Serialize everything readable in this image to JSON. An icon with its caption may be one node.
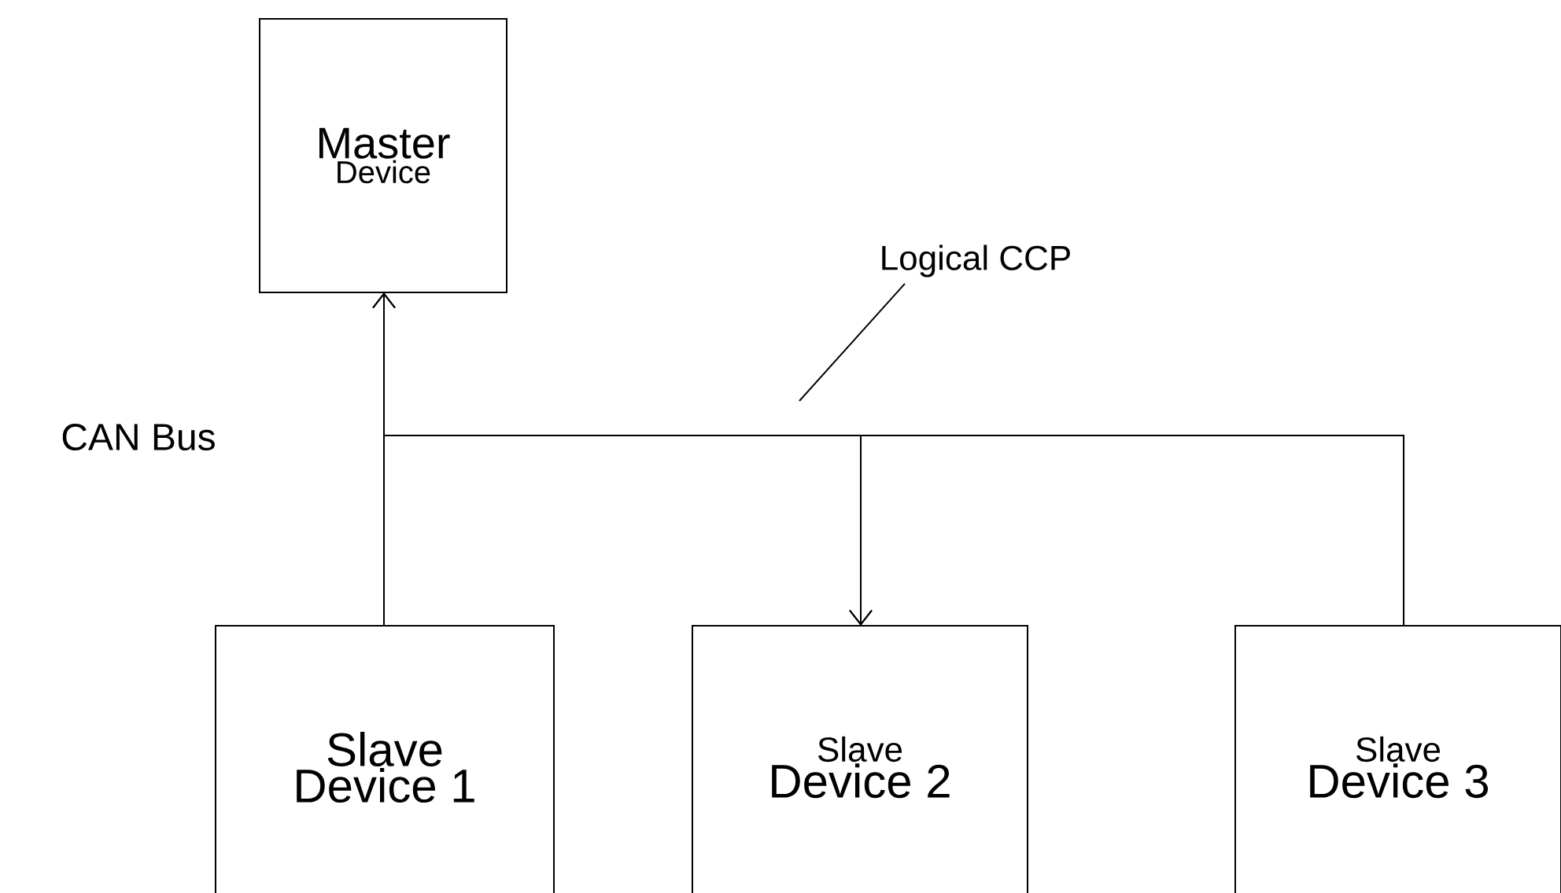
{
  "diagram": {
    "nodes": [
      {
        "text": [
          "Master",
          "Device"
        ]
      },
      {
        "text": [
          "Slave",
          "Device 1"
        ]
      },
      {
        "text": [
          "Slave",
          "Device 2"
        ]
      },
      {
        "text": [
          "Slave",
          "Device 3"
        ]
      },
      {
        "text": [
          "Logical CCP"
        ]
      }
    ],
    "edges": [
      {
        "from": 1,
        "to": 0,
        "arrow": "to"
      },
      {
        "from": 1,
        "to": 2,
        "arrow": "to"
      },
      {
        "from": 3,
        "to": 0,
        "arrow": "to"
      },
      {
        "from": 3,
        "to": 2,
        "arrow": "to"
      },
      {
        "from": 4,
        "to": null,
        "arrow": "none"
      }
    ],
    "labels": [
      "CAN Bus"
    ]
  }
}
